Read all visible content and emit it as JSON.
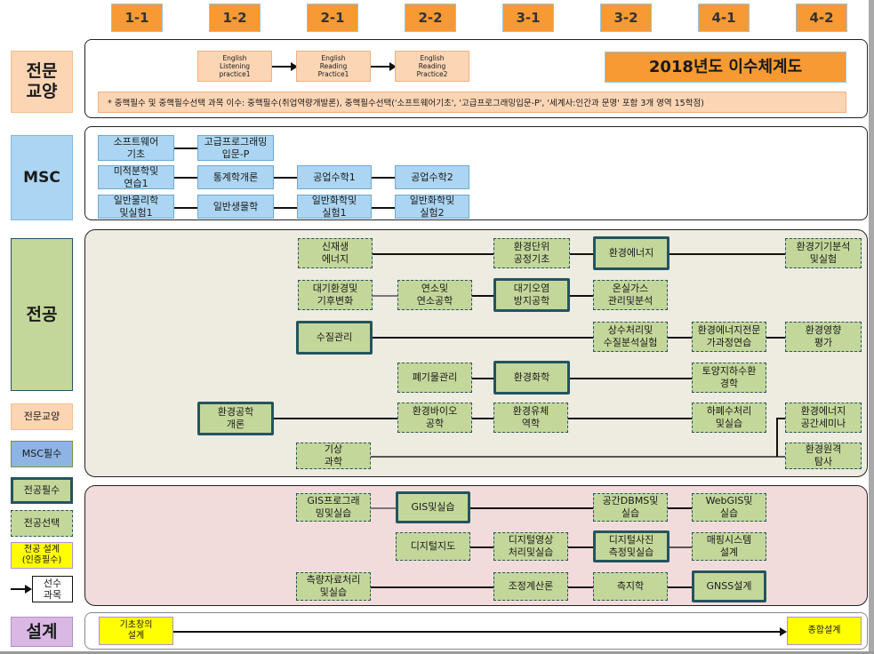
{
  "semesters": [
    "1-1",
    "1-2",
    "2-1",
    "2-2",
    "3-1",
    "3-2",
    "4-1",
    "4-2"
  ],
  "title": "2018년도 이수체계도",
  "categories": {
    "liberal": "전문\n교양",
    "msc": "MSC",
    "major": "전공",
    "design": "설계"
  },
  "legend": {
    "liberal": "전문교양",
    "msc": "MSC필수",
    "major_required": "전공필수",
    "major_elective": "전공선택",
    "major_design": "전공 설계\n(인증필수)",
    "prerequisite": "선수\n과목"
  },
  "liberal": {
    "courses": [
      "English\nListening\npractice1",
      "English\nReading\nPractice1",
      "English\nReading\nPractice2"
    ],
    "note": "* 중핵필수 및 중핵필수선택 과목 이수: 중핵필수(취업역량개발론), 중핵필수선택('소프트웨어기초', '고급프로그래밍입문-P', '세계사:인간과 문명' 포함 3개 영역 15학점)"
  },
  "msc": {
    "courses": {
      "sw_basic": "소프트웨어\n기초",
      "adv_prog": "고급프로그래밍\n입문-P",
      "calculus": "미적분학및\n연습1",
      "statistics": "통계학개론",
      "eng_math1": "공업수학1",
      "eng_math2": "공업수학2",
      "physics": "일반물리학\n및실험1",
      "biology": "일반생물학",
      "chem1": "일반화학및\n실험1",
      "chem2": "일반화학및\n실험2"
    }
  },
  "major": {
    "courses": {
      "renewable": "신재생\n에너지",
      "unit_process": "환경단위\n공정기초",
      "env_energy": "환경에너지",
      "instrument": "환경기기분석\n및실험",
      "atmosphere": "대기환경및\n기후변화",
      "combustion": "연소및\n연소공학",
      "air_pollution": "대기오염\n방지공학",
      "ghg": "온실가스\n관리및분석",
      "water_quality": "수질관리",
      "water_treatment": "상수처리및\n수질분석실험",
      "expert_practice": "환경에너지전문\n가과정연습",
      "eia": "환경영향\n평가",
      "waste": "폐기물관리",
      "env_chem": "환경화학",
      "soil": "토양지하수환\n경학",
      "intro": "환경공학\n개론",
      "bio": "환경바이오\n공학",
      "fluid": "환경유체\n역학",
      "wastewater": "하폐수처리\n및실습",
      "seminar": "환경에너지\n공간세미나",
      "meteorology": "기상\n과학",
      "remote_sensing": "환경원격\n탐사"
    }
  },
  "geo": {
    "courses": {
      "gis_prog": "GIS프로그래\n밍및실습",
      "gis": "GIS및실습",
      "dbms": "공간DBMS및\n실습",
      "webgis": "WebGIS및\n실습",
      "digital_map": "디지털지도",
      "image_proc": "디지털영상\n처리및실습",
      "photogram": "디지털사진\n측정및실습",
      "mapping": "매핑시스템\n설계",
      "survey_data": "측량자료처리\n및실습",
      "adjustment": "조정계산론",
      "geodesy": "측지학",
      "gnss": "GNSS설계"
    }
  },
  "design": {
    "basic": "기초창의\n설계",
    "capstone": "종합설계"
  },
  "colors": {
    "semester": "#f79a33",
    "liberal": "#fcd5b4",
    "msc": "#abd5f2",
    "major": "#c4d79b",
    "major_border": "#24545e",
    "design": "#ffff00",
    "design_label": "#d9b8e4",
    "major_panel": "#eeebe1",
    "geo_panel": "#f2dcdb"
  }
}
